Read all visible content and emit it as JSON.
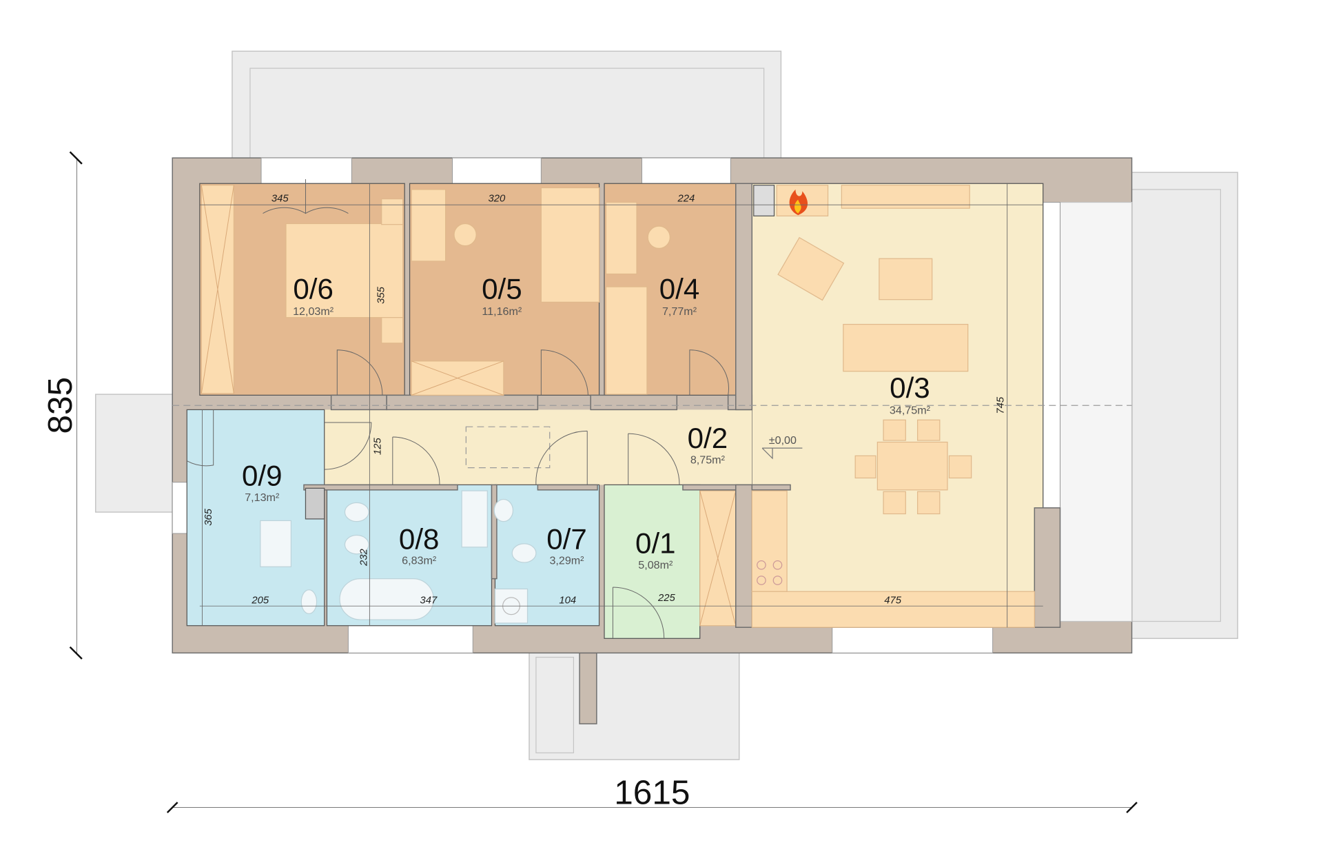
{
  "plan": {
    "rooms": [
      {
        "id": "0/1",
        "area": "5,08m²"
      },
      {
        "id": "0/2",
        "area": "8,75m²"
      },
      {
        "id": "0/3",
        "area": "34,75m²"
      },
      {
        "id": "0/4",
        "area": "7,77m²"
      },
      {
        "id": "0/5",
        "area": "11,16m²"
      },
      {
        "id": "0/6",
        "area": "12,03m²"
      },
      {
        "id": "0/7",
        "area": "3,29m²"
      },
      {
        "id": "0/8",
        "area": "6,83m²"
      },
      {
        "id": "0/9",
        "area": "7,13m²"
      }
    ],
    "dimensions": {
      "room_0_6_width": "345",
      "room_0_5_width": "320",
      "room_0_4_width": "224",
      "bedrooms_depth": "355",
      "corridor_depth": "125",
      "room_0_9_depth": "365",
      "bathroom_depth": "232",
      "room_0_9_width": "205",
      "room_0_8_width": "347",
      "room_0_7_width": "104",
      "room_0_1_width": "225",
      "kitchen_width": "475",
      "living_depth": "745"
    },
    "level_mark": "±0,00",
    "overall_height": "835",
    "overall_width": "1615",
    "colors": {
      "bedroom": "#e4b990",
      "living": "#f8ecca",
      "bathroom": "#c8e8f0",
      "entrance": "#d9f0d2",
      "wall": "#c9bcb0"
    }
  }
}
